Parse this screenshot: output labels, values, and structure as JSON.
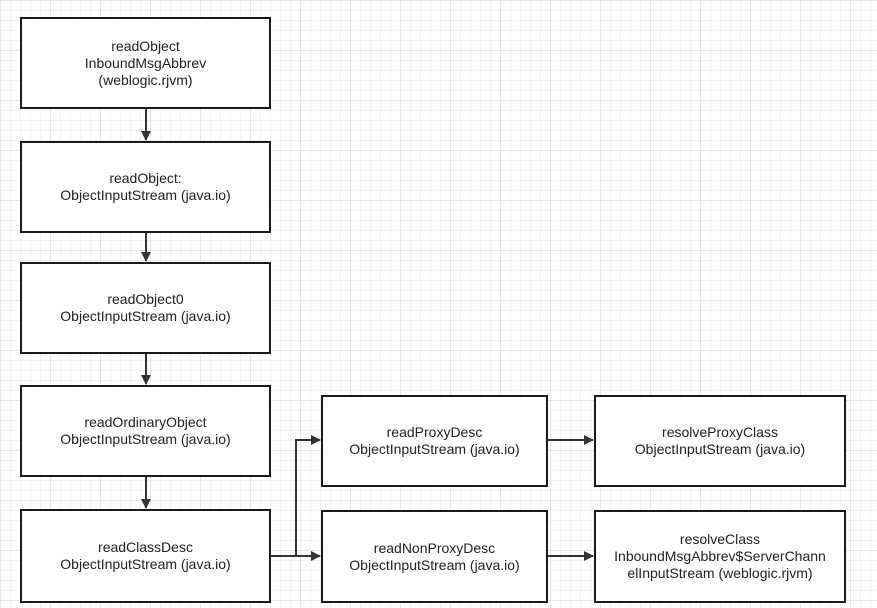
{
  "nodes": {
    "n1": {
      "lines": [
        "readObject",
        "InboundMsgAbbrev",
        "(weblogic.rjvm)"
      ]
    },
    "n2": {
      "lines": [
        "readObject:",
        "ObjectInputStream (java.io)"
      ]
    },
    "n3": {
      "lines": [
        "readObject0",
        "ObjectInputStream (java.io)"
      ]
    },
    "n4": {
      "lines": [
        "readOrdinaryObject",
        "ObjectInputStream (java.io)"
      ]
    },
    "n5": {
      "lines": [
        "readClassDesc",
        "ObjectInputStream (java.io)"
      ]
    },
    "n6": {
      "lines": [
        "readProxyDesc",
        "ObjectInputStream (java.io)"
      ]
    },
    "n7": {
      "lines": [
        "readNonProxyDesc",
        "ObjectInputStream (java.io)"
      ]
    },
    "n8": {
      "lines": [
        "resolveProxyClass",
        "ObjectInputStream (java.io)"
      ]
    },
    "n9": {
      "lines": [
        "resolveClass",
        "InboundMsgAbbrev$ServerChann",
        "elInputStream (weblogic.rjvm)"
      ]
    }
  },
  "edges": [
    {
      "from": "n1",
      "to": "n2"
    },
    {
      "from": "n2",
      "to": "n3"
    },
    {
      "from": "n3",
      "to": "n4"
    },
    {
      "from": "n4",
      "to": "n5"
    },
    {
      "from": "n5",
      "to": "n6"
    },
    {
      "from": "n5",
      "to": "n7"
    },
    {
      "from": "n6",
      "to": "n8"
    },
    {
      "from": "n7",
      "to": "n9"
    }
  ],
  "colors": {
    "stroke": "#1a1a1a",
    "fill": "#ffffff",
    "grid": "#e6e6e6"
  }
}
